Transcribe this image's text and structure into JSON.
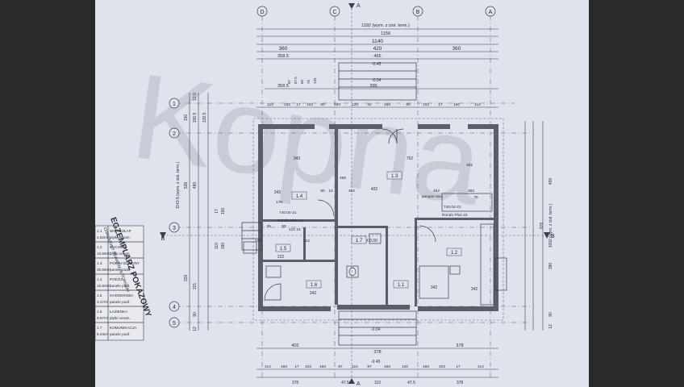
{
  "top_dims": {
    "overall_wym": "1182 (wym. z izol. term.)",
    "d1158": "1158",
    "d1140": "1140",
    "seg": [
      "360",
      "420",
      "360"
    ],
    "d465": "465",
    "d3585": "358.5",
    "d045": "-0.45",
    "d004": "-0.04",
    "d3585b": "358.5",
    "d395": "395",
    "row1": [
      "114",
      "150",
      "17",
      "102",
      "90",
      "150",
      "120",
      "42",
      "150",
      "90",
      "102",
      "17",
      "150",
      "114"
    ],
    "v_small": [
      "87",
      "87.5",
      "60",
      "75",
      "125"
    ]
  },
  "axes_top": [
    "D",
    "C",
    "B",
    "A"
  ],
  "axes_left": [
    "1",
    "2",
    "3",
    "4",
    "5"
  ],
  "section_marks": [
    "A",
    "A",
    "B",
    "B"
  ],
  "rooms": [
    {
      "id": "1.4",
      "w": "342",
      "h": "242"
    },
    {
      "id": "1.3",
      "w": "762",
      "h": "402"
    },
    {
      "id": "1.5",
      "w": "222"
    },
    {
      "id": "1.7"
    },
    {
      "id": "1.2",
      "w": "342",
      "h": "342"
    },
    {
      "id": "1.6",
      "w": "342"
    },
    {
      "id": "1.1"
    }
  ],
  "annotations": {
    "door_a": "740.04-21",
    "radiator_a": "Rondo Plus 14",
    "door_b": "740.04-21",
    "radiator_b": "Rondo Plus 22",
    "sill": "parapet nisu",
    "level": "± 0.00",
    "stamp": "EGZEMPLARZ POKAZOWY",
    "stamp_sub": "CHRONIONY PRAWEM AUTORSKIM",
    "inner": [
      "402",
      "90",
      "10",
      "495",
      "362",
      "75",
      "342",
      "360",
      "170",
      "50",
      "35",
      "100",
      "110",
      "15",
      "462"
    ]
  },
  "left_dims": [
    "12.5",
    "150",
    "155.5",
    "128.5",
    "1143.5 (wym. z izol. term.)",
    "539",
    "480",
    "17",
    "150",
    "110",
    "180",
    "329",
    "321",
    "90",
    "12"
  ],
  "right_dims": [
    "450",
    "978",
    "1002 (wym. z izol. term.)",
    "390",
    "90",
    "12"
  ],
  "bottom_dims": {
    "seg": [
      "402",
      "378",
      "378"
    ],
    "d004": "-0.04",
    "d045": "-0.45",
    "row1": [
      "114",
      "150",
      "17",
      "102",
      "150",
      "87",
      "110",
      "87",
      "150",
      "120",
      "150",
      "102",
      "17",
      "114"
    ],
    "row2": [
      "378",
      "47.5",
      "110",
      "47.5",
      "378"
    ]
  },
  "legend": [
    {
      "no": "1.1",
      "area": "4.52m²",
      "name": "WIATROŁAP",
      "floor": "płytki ceram."
    },
    {
      "no": "1.2",
      "area": "15.66m²",
      "name": "KUCHNIA",
      "floor": "płytki ceram."
    },
    {
      "no": "1.3",
      "area": "35.68m²",
      "name": "POKÓJ DZIENNY",
      "floor": "panele podł."
    },
    {
      "no": "1.4",
      "area": "15.80m²",
      "name": "POKÓJ",
      "floor": "panele podł."
    },
    {
      "no": "1.5",
      "area": "3.47m²",
      "name": "GARDEROBA",
      "floor": "panele podł."
    },
    {
      "no": "1.6",
      "area": "9.57m²",
      "name": "ŁAZIENKA",
      "floor": "płytki ceram."
    },
    {
      "no": "1.7",
      "area": "6.44m²",
      "name": "KOMUNIKACJA",
      "floor": "panele podł."
    }
  ],
  "watermark": "Kopna"
}
